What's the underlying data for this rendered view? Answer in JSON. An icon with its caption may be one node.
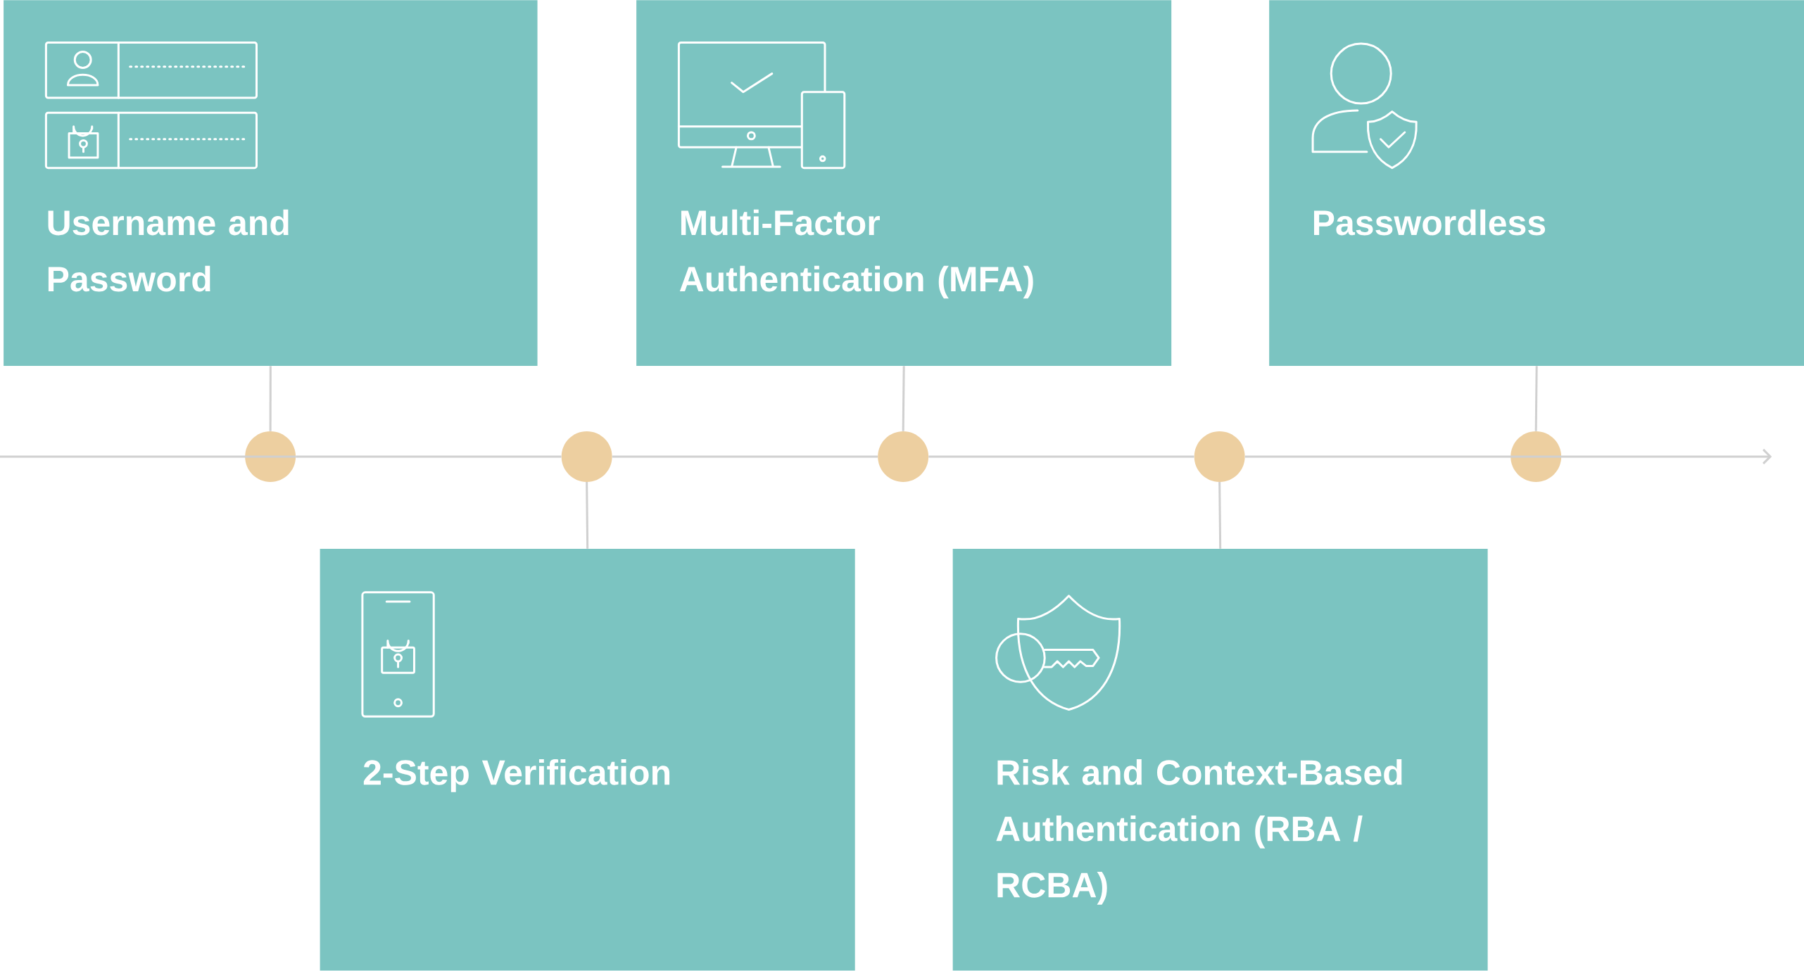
{
  "diagram": {
    "nodes": [
      {
        "text": [
          "Username and Password"
        ]
      },
      {
        "text": [
          "2-Step Verification"
        ]
      },
      {
        "text": [
          "Multi-Factor Authentication (MFA)"
        ]
      },
      {
        "text": [
          "Risk and Context-Based Authentication (RBA / RCBA)"
        ]
      },
      {
        "text": [
          "Passwordless"
        ]
      },
      {
        "text": [],
        "shape": "circle"
      },
      {
        "text": [],
        "shape": "circle"
      },
      {
        "text": [],
        "shape": "circle"
      },
      {
        "text": [],
        "shape": "circle"
      },
      {
        "text": [],
        "shape": "circle"
      }
    ],
    "edges": [
      {
        "from": 0,
        "to": 5,
        "arrow": "none"
      },
      {
        "from": 1,
        "to": 6,
        "arrow": "none"
      },
      {
        "from": 2,
        "to": 7,
        "arrow": "none"
      },
      {
        "from": 3,
        "to": 8,
        "arrow": "none"
      },
      {
        "from": 4,
        "to": 9,
        "arrow": "none"
      },
      {
        "from": null,
        "to": 5,
        "arrow": "none"
      },
      {
        "from": 5,
        "to": 6,
        "arrow": "none"
      },
      {
        "from": 6,
        "to": 7,
        "arrow": "none"
      },
      {
        "from": 7,
        "to": 8,
        "arrow": "none"
      },
      {
        "from": 8,
        "to": 9,
        "arrow": "none"
      },
      {
        "from": 9,
        "to": null,
        "arrow": "to"
      }
    ]
  }
}
